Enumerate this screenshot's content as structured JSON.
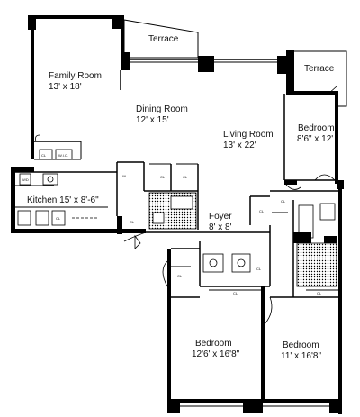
{
  "rooms": {
    "family_room": {
      "name": "Family Room",
      "size": "13' x 18'"
    },
    "dining_room": {
      "name": "Dining Room",
      "size": "12' x 15'"
    },
    "living_room": {
      "name": "Living Room",
      "size": "13' x 22'"
    },
    "bedroom_small": {
      "name": "Bedroom",
      "size": "8'6\" x 12'"
    },
    "kitchen": {
      "name": "Kitchen 15' x 8'-6\""
    },
    "foyer": {
      "name": "Foyer",
      "size": "8' x 8'"
    },
    "bedroom_left": {
      "name": "Bedroom",
      "size": "12'6' x 16'8\""
    },
    "bedroom_right": {
      "name": "Bedroom",
      "size": "11' x 16'8\""
    }
  },
  "terraces": {
    "top": "Terrace",
    "right": "Terrace"
  },
  "closets": {
    "cl": "CL",
    "wic": "W.I.C.",
    "lin": "LIN",
    "wd": "W/D"
  },
  "colors": {
    "walls": "#000000",
    "background": "#ffffff"
  }
}
